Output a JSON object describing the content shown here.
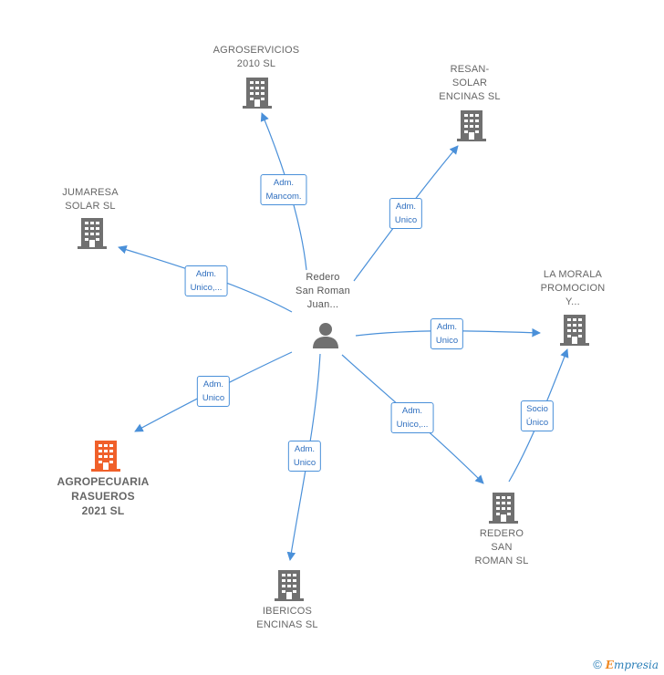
{
  "colors": {
    "edge": "#4a90d9",
    "building": "#707070",
    "building_highlight": "#f0602a",
    "person": "#707070"
  },
  "center": {
    "name_lines": [
      "Redero",
      "San Roman",
      "Juan..."
    ],
    "icon": "person-icon"
  },
  "nodes": [
    {
      "id": "agroservicios",
      "lines": [
        "AGROSERVICIOS",
        "2010 SL"
      ],
      "icon": "building-icon"
    },
    {
      "id": "resan",
      "lines": [
        "RESAN-",
        "SOLAR",
        "ENCINAS  SL"
      ],
      "icon": "building-icon"
    },
    {
      "id": "jumaresa",
      "lines": [
        "JUMARESA",
        "SOLAR  SL"
      ],
      "icon": "building-icon"
    },
    {
      "id": "lamorala",
      "lines": [
        "LA MORALA",
        "PROMOCION",
        "Y..."
      ],
      "icon": "building-icon"
    },
    {
      "id": "agropecuaria",
      "lines": [
        "AGROPECUARIA",
        "RASUEROS",
        "2021  SL"
      ],
      "icon": "building-icon",
      "highlight": true
    },
    {
      "id": "ibericos",
      "lines": [
        "IBERICOS",
        "ENCINAS  SL"
      ],
      "icon": "building-icon"
    },
    {
      "id": "redero",
      "lines": [
        "REDERO",
        "SAN",
        "ROMAN SL"
      ],
      "icon": "building-icon"
    }
  ],
  "edges": [
    {
      "id": "e-agroservicios",
      "label_lines": [
        "Adm.",
        "Mancom."
      ]
    },
    {
      "id": "e-resan",
      "label_lines": [
        "Adm.",
        "Unico"
      ]
    },
    {
      "id": "e-jumaresa",
      "label_lines": [
        "Adm.",
        "Unico,..."
      ]
    },
    {
      "id": "e-lamorala",
      "label_lines": [
        "Adm.",
        "Unico"
      ]
    },
    {
      "id": "e-agropecuaria",
      "label_lines": [
        "Adm.",
        "Unico"
      ]
    },
    {
      "id": "e-ibericos",
      "label_lines": [
        "Adm.",
        "Unico"
      ]
    },
    {
      "id": "e-redero",
      "label_lines": [
        "Adm.",
        "Unico,..."
      ]
    },
    {
      "id": "e-redero-lamorala",
      "label_lines": [
        "Socio",
        "Único"
      ]
    }
  ],
  "footer": {
    "copyright": "©",
    "brand_first": "E",
    "brand_rest": "mpresia"
  }
}
